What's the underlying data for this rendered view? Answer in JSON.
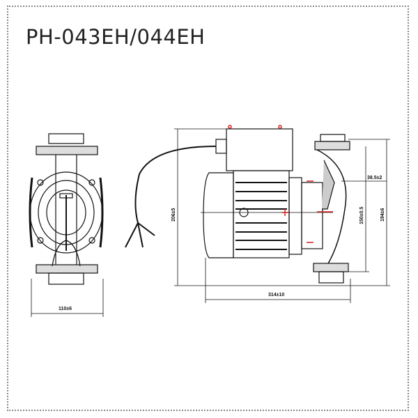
{
  "title": "PH-043EH/044EH",
  "dimensions": {
    "front_width": "110±6",
    "total_length": "314±10",
    "motor_height": "206±5",
    "flange_offset": "38.5±2",
    "port_center": "150±0.5",
    "total_height": "194±6"
  },
  "colors": {
    "line": "#111111",
    "marker": "#d42020",
    "frame": "#888888"
  }
}
